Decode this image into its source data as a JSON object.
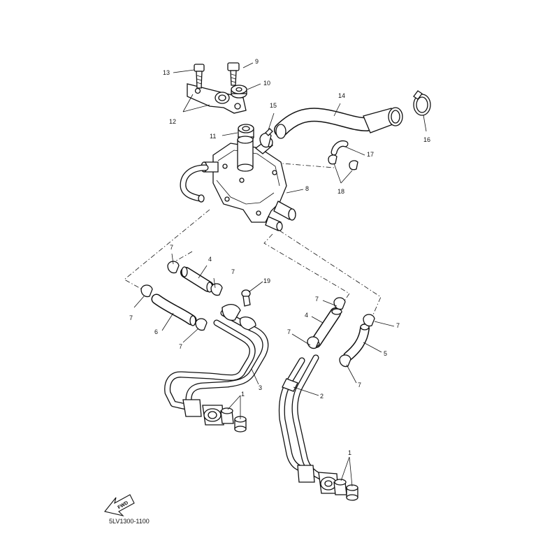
{
  "diagram": {
    "code": "5LV1300-1100",
    "fwd_label": "FWD",
    "callouts": [
      {
        "id": "c1a",
        "text": "1"
      },
      {
        "id": "c1b",
        "text": "1"
      },
      {
        "id": "c2",
        "text": "2"
      },
      {
        "id": "c3",
        "text": "3"
      },
      {
        "id": "c4a",
        "text": "4"
      },
      {
        "id": "c4b",
        "text": "4"
      },
      {
        "id": "c5",
        "text": "5"
      },
      {
        "id": "c6",
        "text": "6"
      },
      {
        "id": "c7a",
        "text": "7"
      },
      {
        "id": "c7b",
        "text": "7"
      },
      {
        "id": "c7c",
        "text": "7"
      },
      {
        "id": "c7d",
        "text": "7"
      },
      {
        "id": "c7e",
        "text": "7"
      },
      {
        "id": "c7f",
        "text": "7"
      },
      {
        "id": "c7g",
        "text": "7"
      },
      {
        "id": "c7h",
        "text": "7"
      },
      {
        "id": "c8",
        "text": "8"
      },
      {
        "id": "c9",
        "text": "9"
      },
      {
        "id": "c10",
        "text": "10"
      },
      {
        "id": "c11",
        "text": "11"
      },
      {
        "id": "c12",
        "text": "12"
      },
      {
        "id": "c13",
        "text": "13"
      },
      {
        "id": "c14",
        "text": "14"
      },
      {
        "id": "c15",
        "text": "15"
      },
      {
        "id": "c16",
        "text": "16"
      },
      {
        "id": "c17",
        "text": "17"
      },
      {
        "id": "c18",
        "text": "18"
      },
      {
        "id": "c19",
        "text": "19"
      }
    ]
  }
}
